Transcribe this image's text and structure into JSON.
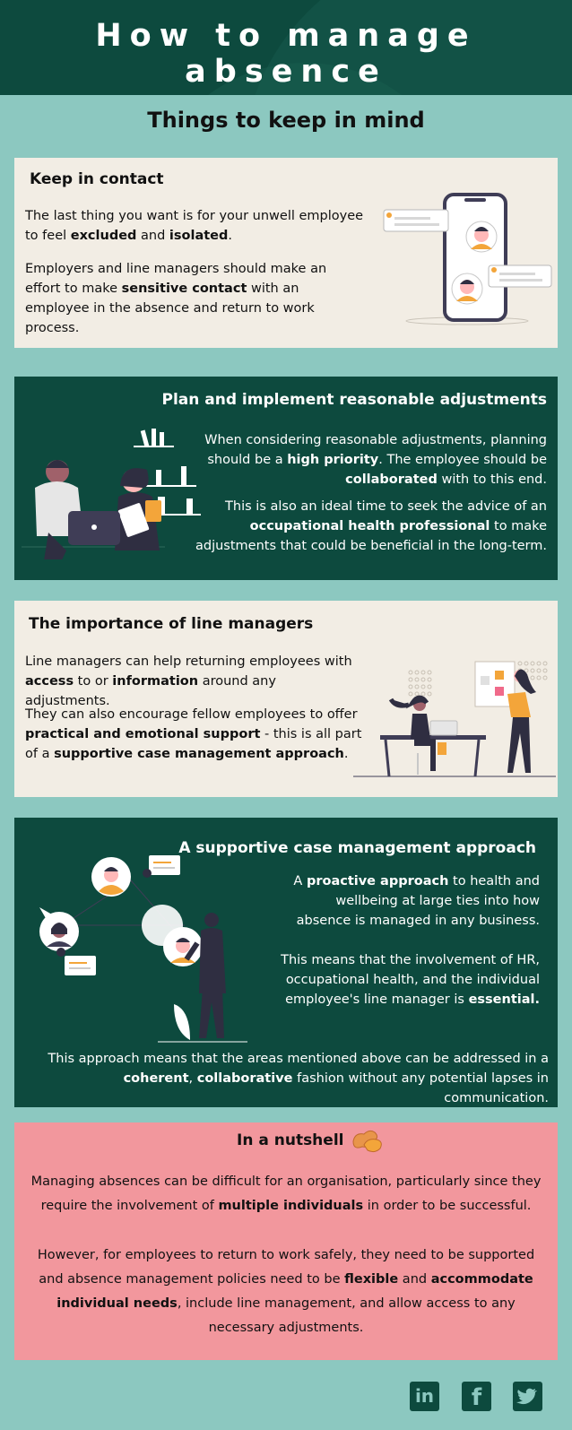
{
  "header": {
    "title": "How to manage absence"
  },
  "subtitle": "Things to keep in mind",
  "sections": {
    "contact": {
      "heading": "Keep in contact",
      "p1": {
        "a": "The last thing you want is for your unwell employee to feel ",
        "b1": "excluded",
        "c": " and ",
        "b2": "isolated",
        "d": "."
      },
      "p2": {
        "a": "Employers and line managers should make an effort to make ",
        "b1": "sensitive contact",
        "c": " with an employee in the absence and return to work process."
      }
    },
    "adjustments": {
      "heading": "Plan and implement reasonable adjustments",
      "p1": {
        "a": "When considering reasonable adjustments, planning should be a ",
        "b1": "high priority",
        "c": ". The employee should be ",
        "b2": "collaborated",
        "d": " with to this end."
      },
      "p2": {
        "a": "This is also an ideal time to seek the advice of an ",
        "b1": "occupational health professional",
        "c": " to make adjustments that could be beneficial in the long-term."
      }
    },
    "managers": {
      "heading": "The importance of line managers",
      "p1": {
        "a": "Line managers can help returning employees with ",
        "b1": "access",
        "c": " to or ",
        "b2": "information",
        "d": " around any adjustments."
      },
      "p2": {
        "a": "They can also encourage fellow employees to offer ",
        "b1": "practical and emotional support",
        "c": " - this is all part of a ",
        "b2": "supportive case management approach",
        "d": "."
      }
    },
    "approach": {
      "heading": "A supportive case management approach",
      "p1": {
        "a": "A ",
        "b1": "proactive approach",
        "c": " to health and wellbeing at large ties into how absence is managed in any business."
      },
      "p2": {
        "a": "This means that the involvement of HR, occupational health, and the individual employee's line manager is ",
        "b1": "essential."
      },
      "p3": {
        "a": "This approach means that the areas mentioned above can be addressed in a ",
        "b1": "coherent",
        "c": ", ",
        "b2": "collaborative",
        "d": " fashion without any potential lapses in communication."
      }
    },
    "nutshell": {
      "heading": "In a nutshell",
      "p1": {
        "a": "Managing absences can be difficult for an organisation, particularly since they require the involvement of ",
        "b1": "multiple individuals",
        "c": " in order to be successful."
      },
      "p2": {
        "a": "However, for employees to return to work safely, they need to be supported and absence management policies need to be ",
        "b1": "flexible",
        "c": " and ",
        "b2": "accommodate individual needs",
        "d": ", include line management, and allow access to any necessary adjustments."
      }
    }
  },
  "social": {
    "linkedin": "in",
    "facebook": "f"
  },
  "icons": [
    "phone-chat-illustration",
    "office-team-illustration",
    "desk-workers-illustration",
    "network-illustration",
    "peanut-icon",
    "linkedin-icon",
    "facebook-icon",
    "twitter-icon"
  ],
  "colors": {
    "background": "#8cc8c0",
    "dark": "#0d4a3e",
    "light": "#f2ede4",
    "pink": "#f2979d",
    "accent": "#f3a53a"
  }
}
